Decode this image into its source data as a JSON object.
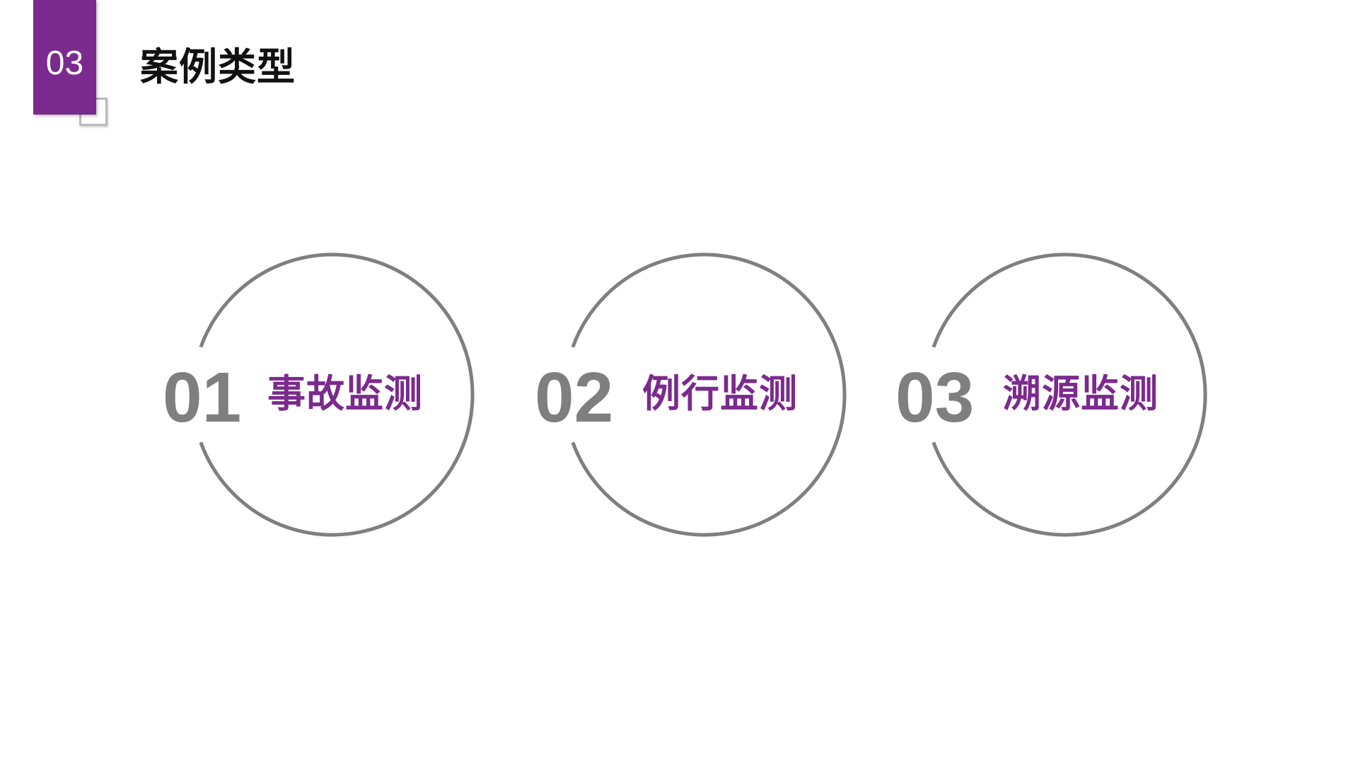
{
  "section": {
    "number": "03",
    "title": "案例类型"
  },
  "items": [
    {
      "number": "01",
      "label": "事故监测"
    },
    {
      "number": "02",
      "label": "例行监测"
    },
    {
      "number": "03",
      "label": "溯源监测"
    }
  ],
  "colors": {
    "accent": "#7b2a8e",
    "ring": "#7f7f7f",
    "number": "#7f7f7f",
    "title": "#111111",
    "background": "#ffffff"
  }
}
